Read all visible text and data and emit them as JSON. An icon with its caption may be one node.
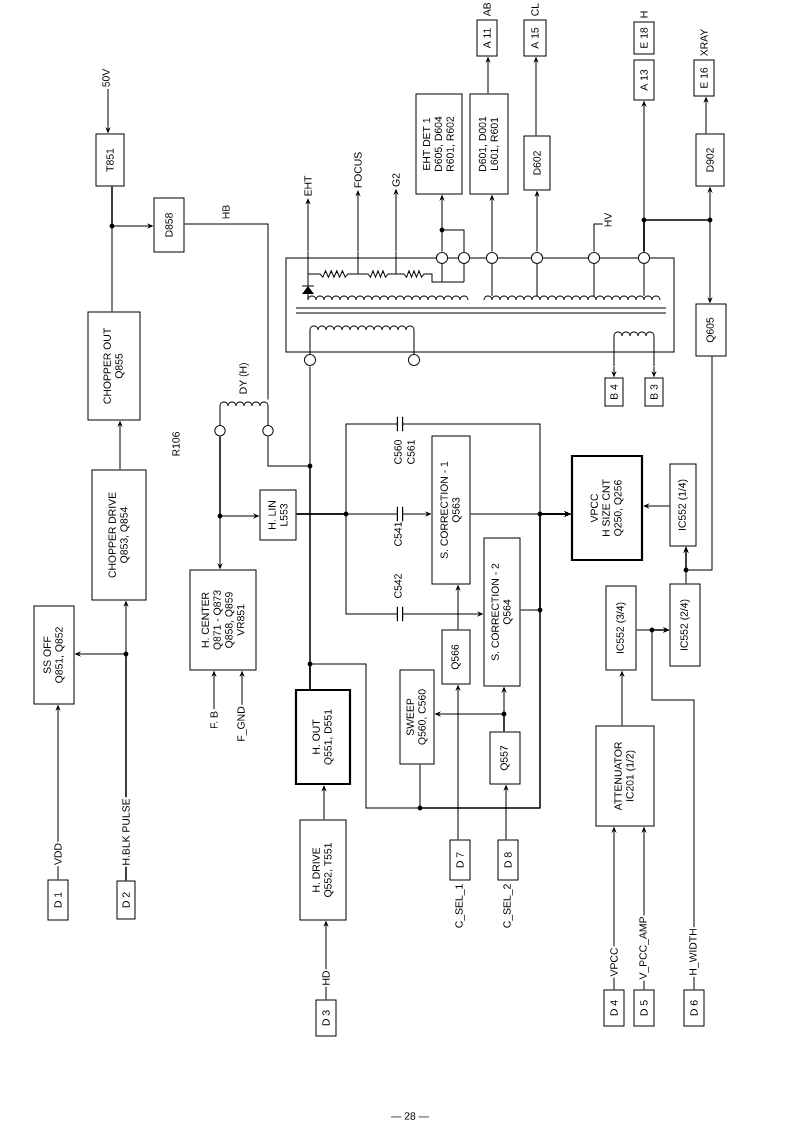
{
  "diagram": {
    "nodes": [
      {
        "text": [
          "50V"
        ]
      },
      {
        "text": [
          "A 11"
        ],
        "beside": [
          "AB"
        ]
      },
      {
        "text": [
          "A 15"
        ],
        "beside": [
          "CL"
        ]
      },
      {
        "text": [
          "E 18"
        ],
        "beside": [
          "H"
        ]
      },
      {
        "text": [
          "A 13"
        ]
      },
      {
        "text": [
          "E 16"
        ],
        "beside": [
          "XRAY"
        ]
      },
      {
        "text": [
          "EHT DET 1",
          "D605, D604",
          "R601, R602"
        ]
      },
      {
        "text": [
          "D601, D001",
          "L601, R601"
        ]
      },
      {
        "text": [
          "T851"
        ]
      },
      {
        "text": [
          "D602"
        ]
      },
      {
        "text": [
          "D902"
        ]
      },
      {
        "text": [
          "EHT"
        ]
      },
      {
        "text": [
          "FOCUS"
        ]
      },
      {
        "text": [
          "G2"
        ]
      },
      {
        "text": [
          "D858"
        ]
      },
      {
        "text": [],
        "shape": "picture"
      },
      {
        "text": [
          "Q605"
        ]
      },
      {
        "text": [
          "CHOPPER OUT",
          "Q855"
        ]
      },
      {
        "text": [
          "B 4"
        ]
      },
      {
        "text": [
          "B 3"
        ]
      },
      {
        "text": [],
        "shape": "picture",
        "beside": [
          "DY (H)"
        ]
      },
      {
        "text": [
          "VPCC",
          "H SIZE CNT",
          "Q250, Q256"
        ]
      },
      {
        "text": [
          "S. CORRECTION - 1",
          "Q563"
        ]
      },
      {
        "text": [
          "IC552 (1/4)"
        ]
      },
      {
        "text": [
          "CHOPPER DRIVE",
          "Q853, Q854"
        ]
      },
      {
        "text": [
          "H. LIN",
          "L553"
        ]
      },
      {
        "text": [
          "S. CORRECTION - 2",
          "Q564"
        ]
      },
      {
        "text": [
          "H. CENTER",
          "Q871 - Q873",
          "Q858, Q859",
          "VR851"
        ]
      },
      {
        "text": [
          "IC552 (3/4)"
        ]
      },
      {
        "text": [
          "IC552 (2/4)"
        ]
      },
      {
        "text": [
          "SS OFF",
          "Q851, Q852"
        ]
      },
      {
        "text": [
          "Q566"
        ]
      },
      {
        "text": [
          "SWEEP",
          "Q560, C560"
        ]
      },
      {
        "text": [
          "H. OUT",
          "Q551, D551"
        ]
      },
      {
        "text": [
          "F. B"
        ]
      },
      {
        "text": [
          "F_GND"
        ]
      },
      {
        "text": [
          "Q557"
        ]
      },
      {
        "text": [
          "ATTENUATOR",
          "IC201 (1/2)"
        ]
      },
      {
        "text": [
          "H. DRIVE",
          "Q552, T551"
        ]
      },
      {
        "text": [
          "D 7"
        ],
        "beside": [
          "C_SEL_1"
        ]
      },
      {
        "text": [
          "D 8"
        ],
        "beside": [
          "C_SEL_2"
        ]
      },
      {
        "text": [
          "D 1"
        ]
      },
      {
        "text": [
          "D 2"
        ]
      },
      {
        "text": [
          "D 4"
        ]
      },
      {
        "text": [
          "D 5"
        ]
      },
      {
        "text": [
          "D 6"
        ]
      },
      {
        "text": [
          "D 3"
        ]
      },
      {
        "text": [
          "HV"
        ]
      }
    ],
    "edges": [
      {
        "from": 0,
        "to": 8,
        "arrow": "to"
      },
      {
        "from": 8,
        "to": 14,
        "arrow": "to"
      },
      {
        "from": 17,
        "to": 8,
        "arrow": "none"
      },
      {
        "from": 14,
        "to": 20,
        "arrow": "none",
        "label": "HB"
      },
      {
        "from": 15,
        "to": 11,
        "arrow": "to"
      },
      {
        "from": 15,
        "to": 12,
        "arrow": "to"
      },
      {
        "from": 15,
        "to": 13,
        "arrow": "to"
      },
      {
        "from": 15,
        "to": 6,
        "arrow": "to"
      },
      {
        "from": 15,
        "to": 7,
        "arrow": "to"
      },
      {
        "from": 7,
        "to": 1,
        "arrow": "to"
      },
      {
        "from": 15,
        "to": 9,
        "arrow": "to"
      },
      {
        "from": 9,
        "to": 2,
        "arrow": "to"
      },
      {
        "from": 15,
        "to": 4,
        "arrow": "to"
      },
      {
        "from": 15,
        "to": 10,
        "arrow": "to"
      },
      {
        "from": 10,
        "to": 5,
        "arrow": "to"
      },
      {
        "from": 15,
        "to": 16,
        "arrow": "to"
      },
      {
        "from": 15,
        "to": 18,
        "arrow": "to"
      },
      {
        "from": 15,
        "to": 19,
        "arrow": "to"
      },
      {
        "from": 24,
        "to": 17,
        "arrow": "to"
      },
      {
        "from": 42,
        "to": 24,
        "arrow": "to",
        "label": "H.BLK PULSE"
      },
      {
        "from": 42,
        "to": 30,
        "arrow": "to"
      },
      {
        "from": 41,
        "to": 30,
        "arrow": "to",
        "label": "VDD"
      },
      {
        "from": 20,
        "to": 25,
        "arrow": "to"
      },
      {
        "from": 20,
        "to": 27,
        "arrow": "to"
      },
      {
        "from": 33,
        "to": 15,
        "arrow": "none"
      },
      {
        "from": 33,
        "to": 20,
        "arrow": "none"
      },
      {
        "from": 25,
        "to": 22,
        "arrow": "to"
      },
      {
        "from": 25,
        "to": 26,
        "arrow": "to"
      },
      {
        "from": 25,
        "to": 21,
        "arrow": "to"
      },
      {
        "from": 22,
        "to": 21,
        "arrow": "to"
      },
      {
        "from": 26,
        "to": 21,
        "arrow": "to"
      },
      {
        "from": 23,
        "to": 21,
        "arrow": "to"
      },
      {
        "from": 29,
        "to": 23,
        "arrow": "to"
      },
      {
        "from": 16,
        "to": 23,
        "arrow": "to"
      },
      {
        "from": 28,
        "to": 29,
        "arrow": "to"
      },
      {
        "from": 45,
        "to": 29,
        "arrow": "to",
        "label": "H_WIDTH"
      },
      {
        "from": 37,
        "to": 28,
        "arrow": "to"
      },
      {
        "from": 43,
        "to": 37,
        "arrow": "to",
        "label": "VPCC"
      },
      {
        "from": 44,
        "to": 37,
        "arrow": "to",
        "label": "V_PCC_AMP"
      },
      {
        "from": 31,
        "to": 22,
        "arrow": "to"
      },
      {
        "from": 36,
        "to": 26,
        "arrow": "to"
      },
      {
        "from": 36,
        "to": 32,
        "arrow": "to"
      },
      {
        "from": 39,
        "to": 31,
        "arrow": "to"
      },
      {
        "from": 40,
        "to": 36,
        "arrow": "to"
      },
      {
        "from": 38,
        "to": 33,
        "arrow": "to"
      },
      {
        "from": 46,
        "to": 38,
        "arrow": "to",
        "label": "HD"
      },
      {
        "from": 34,
        "to": 27,
        "arrow": "to"
      },
      {
        "from": 35,
        "to": 27,
        "arrow": "to"
      },
      {
        "from": 33,
        "to": 21,
        "arrow": "to"
      },
      {
        "from": 32,
        "to": 21,
        "arrow": "to"
      },
      {
        "from": 15,
        "to": 47,
        "arrow": "none"
      }
    ],
    "labels": [
      "R106",
      "C560",
      "C561",
      "C541",
      "C542",
      "— 28 —"
    ]
  }
}
